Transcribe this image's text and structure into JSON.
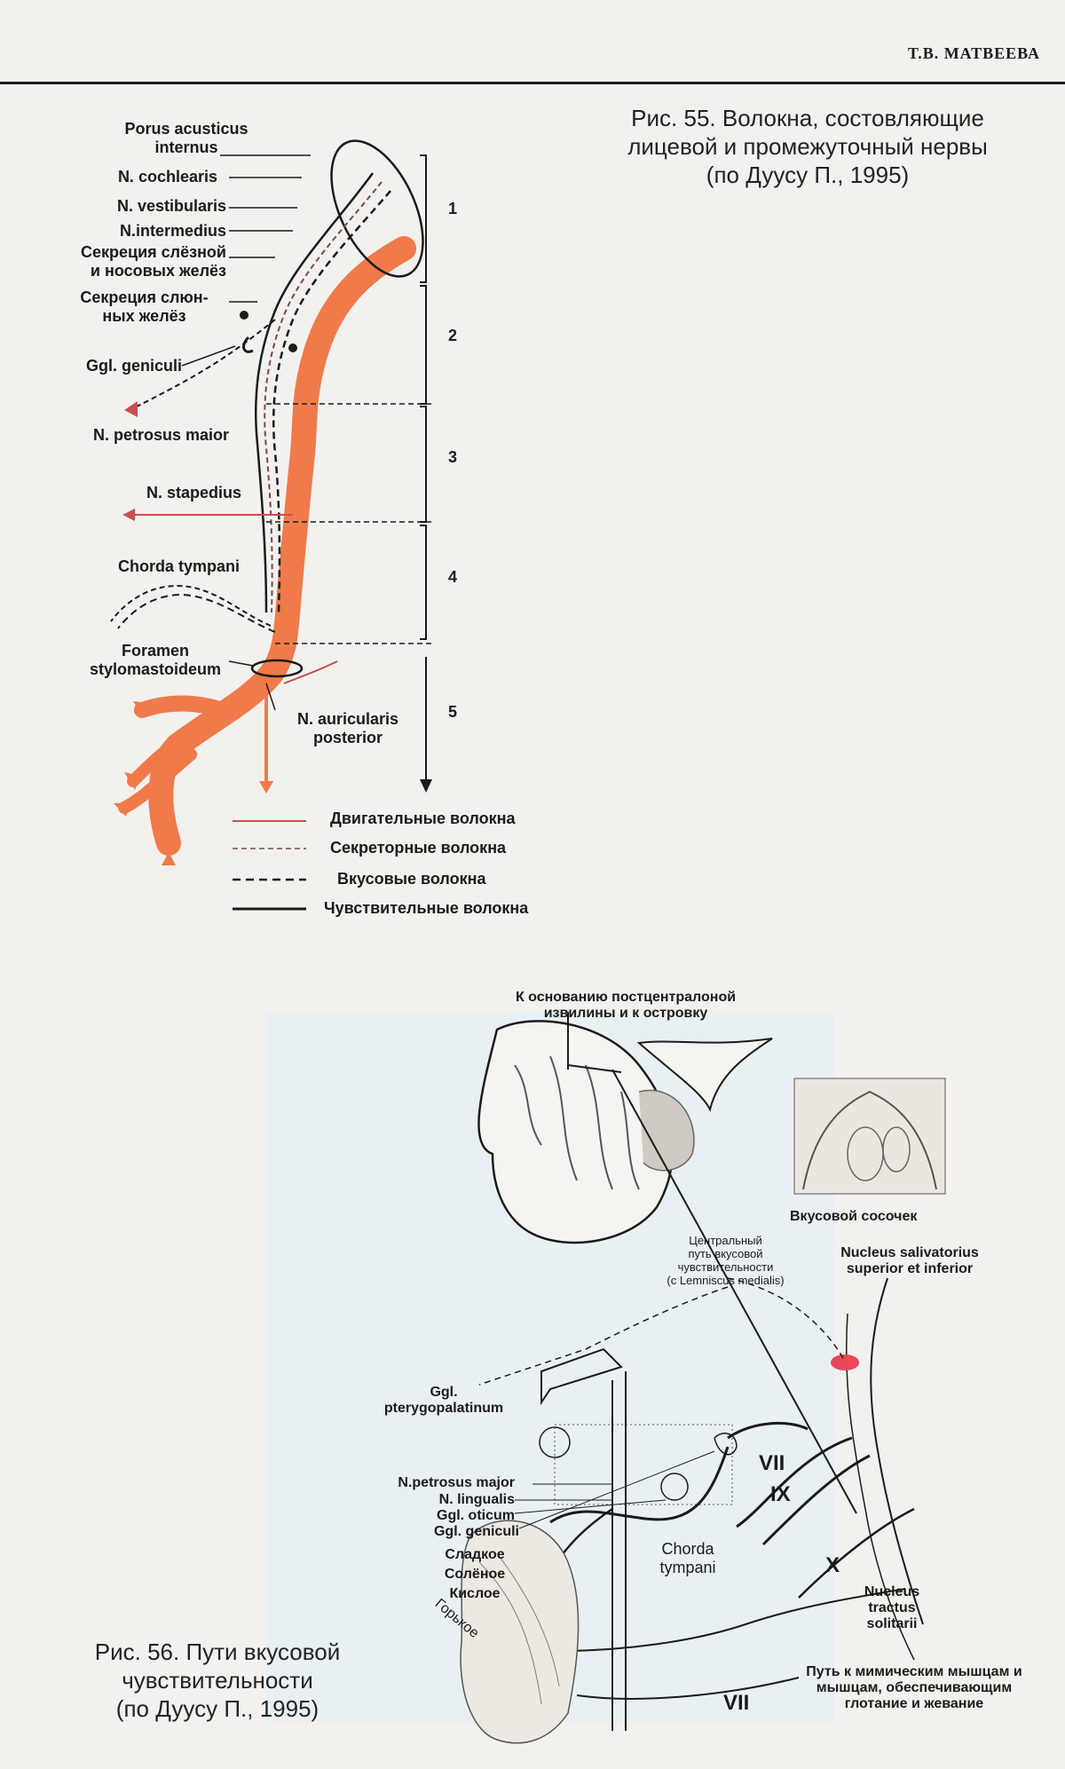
{
  "header": {
    "author": "Т.В. МАТВЕЕВА"
  },
  "fig55": {
    "caption_lines": [
      "Рис. 55. Волокна, состовляющие",
      "лицевой и промежуточный нервы",
      "(по Дуусу П., 1995)"
    ],
    "labels": {
      "porus_1": "Porus acusticus",
      "porus_2": "internus",
      "cochlearis": "N. cochlearis",
      "vestibularis": "N. vestibularis",
      "intermedius": "N.intermedius",
      "secr_lacr_1": "Секреция слёзной",
      "secr_lacr_2": "и носовых желёз",
      "secr_saliv_1": "Секреция слюн-",
      "secr_saliv_2": "ных желёз",
      "ggl_geniculi": "Ggl. geniculi",
      "petrosus": "N. petrosus maior",
      "stapedius": "N. stapedius",
      "chorda": "Chorda tympani",
      "foramen_1": "Foramen",
      "foramen_2": "stylomastoideum",
      "auricularis_1": "N. auricularis",
      "auricularis_2": "posterior"
    },
    "segments": [
      "1",
      "2",
      "3",
      "4",
      "5"
    ],
    "legend": [
      {
        "label": "Двигательные волокна",
        "style": "motor"
      },
      {
        "label": "Секреторные волокна",
        "style": "secretory"
      },
      {
        "label": "Вкусовые волокна",
        "style": "taste"
      },
      {
        "label": "Чувствительные волокна",
        "style": "sensory"
      }
    ]
  },
  "fig56": {
    "caption_lines": [
      "Рис. 56. Пути вкусовой",
      "чувствительности",
      "(по Дуусу П., 1995)"
    ],
    "labels": {
      "top_1": "К основанию постцентралоной",
      "top_2": "извилины и к островку",
      "papilla": "Вкусовой сосочек",
      "central_1": "Центральный",
      "central_2": "путь вкусовой",
      "central_3": "чувствительности",
      "central_4": "(с Lemniscus medialis)",
      "salivatorius_1": "Nucleus salivatorius",
      "salivatorius_2": "superior et inferior",
      "pterygo_1": "Ggl.",
      "pterygo_2": "pterygopalatinum",
      "petrosus_major": "N.petrosus major",
      "lingualis": "N. lingualis",
      "oticum": "Ggl. oticum",
      "geniculi": "Ggl. geniculi",
      "sweet": "Сладкое",
      "salty": "Солёное",
      "sour": "Кислое",
      "bitter": "Горькое",
      "chorda_1": "Chorda",
      "chorda_2": "tympani",
      "nerve_vii": "VII",
      "nerve_ix": "IX",
      "nerve_x": "X",
      "nerve_vii_bottom": "VII",
      "tractus_1": "Nucleus",
      "tractus_2": "tractus",
      "tractus_3": "solitarii",
      "path_1": "Путь к мимическим мышцам и",
      "path_2": "мышцам, обеспечивающим",
      "path_3": "глотание и жевание"
    }
  },
  "colors": {
    "motor": "#f07a4a",
    "ink": "#1b1b1b",
    "taste_nucleus": "#e8485a"
  }
}
